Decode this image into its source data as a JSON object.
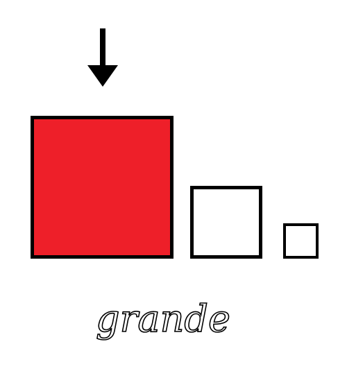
{
  "card": {
    "word": "grande",
    "highlight_color": "#ee1f29",
    "icons": {
      "pointer": "down-arrow-icon"
    },
    "squares": [
      {
        "size": "large",
        "highlighted": true
      },
      {
        "size": "medium",
        "highlighted": false
      },
      {
        "size": "small",
        "highlighted": false
      }
    ]
  }
}
